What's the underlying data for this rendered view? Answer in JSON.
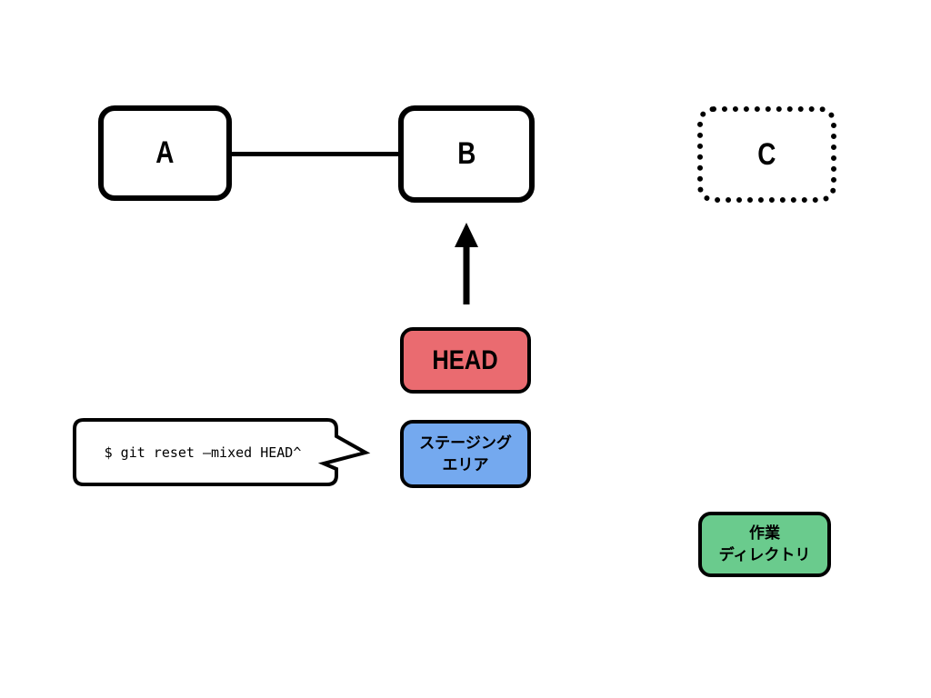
{
  "nodes": {
    "commit_a": {
      "label": "A"
    },
    "commit_b": {
      "label": "B"
    },
    "commit_c": {
      "label": "C",
      "border_style": "dotted"
    },
    "head": {
      "label": "HEAD",
      "fill": "#EA6B70"
    },
    "staging_area": {
      "line1": "ステージング",
      "line2": "エリア",
      "fill": "#74A9EF"
    },
    "working_directory": {
      "line1": "作業",
      "line2": "ディレクトリ",
      "fill": "#6ACB8D"
    }
  },
  "callout": {
    "command": "$ git reset —mixed HEAD^"
  },
  "colors": {
    "background": "#FFFFFF",
    "stroke": "#000000",
    "head_fill": "#EA6B70",
    "staging_fill": "#74A9EF",
    "working_fill": "#6ACB8D"
  }
}
